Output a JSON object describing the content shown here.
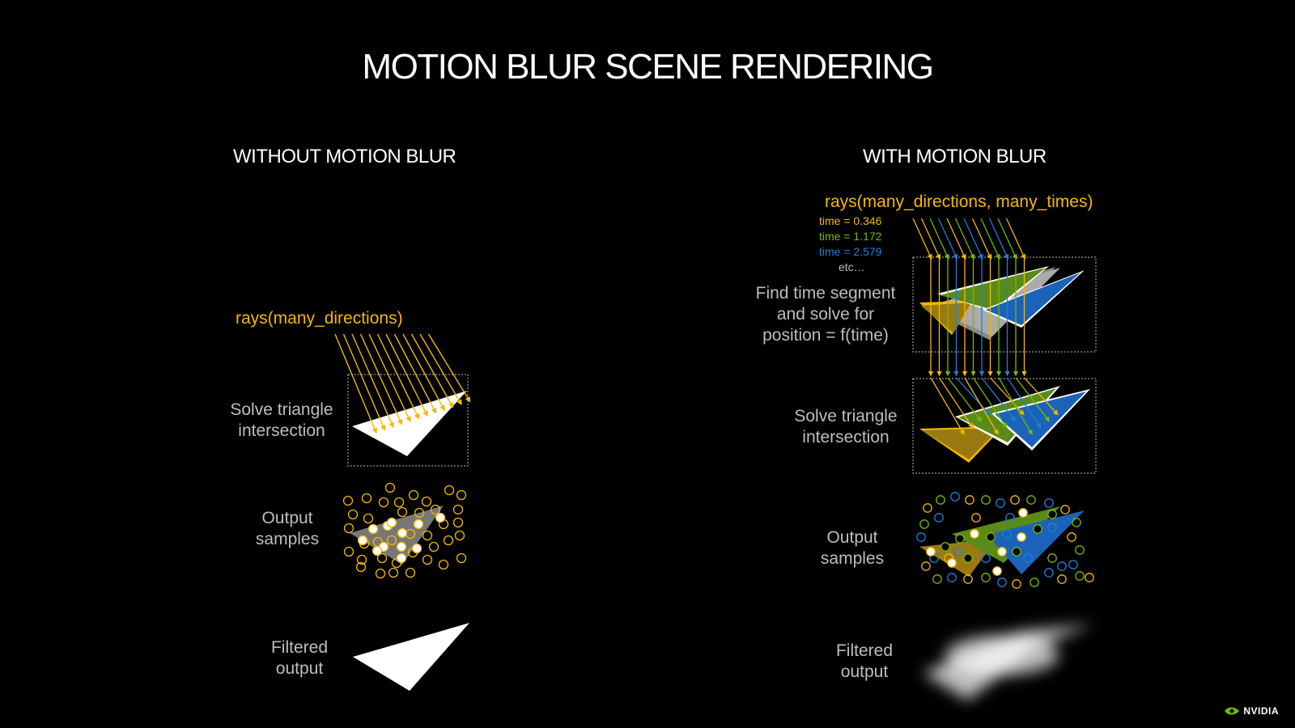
{
  "title": "MOTION BLUR SCENE RENDERING",
  "left": {
    "heading": "WITHOUT MOTION BLUR",
    "rays_label": "rays(many_directions)",
    "step1": "Solve triangle intersection",
    "step2": "Output samples",
    "step3": "Filtered output"
  },
  "right": {
    "heading": "WITH MOTION BLUR",
    "rays_label": "rays(many_directions, many_times)",
    "times": [
      {
        "label": "time = 0.346",
        "color": "#f5b800"
      },
      {
        "label": "time = 1.172",
        "color": "#76b900"
      },
      {
        "label": "time = 2.579",
        "color": "#1f7fd6"
      },
      {
        "label": "etc…",
        "color": "#bdbdbd"
      }
    ],
    "step0": "Find time segment and solve for position = f(time)",
    "step1": "Solve triangle intersection",
    "step2": "Output samples",
    "step3": "Filtered output"
  },
  "brand": "NVIDIA",
  "colors": {
    "yellow": "#f5b800",
    "green": "#76b900",
    "blue": "#1f7fd6",
    "olive": "#9a7a10"
  }
}
